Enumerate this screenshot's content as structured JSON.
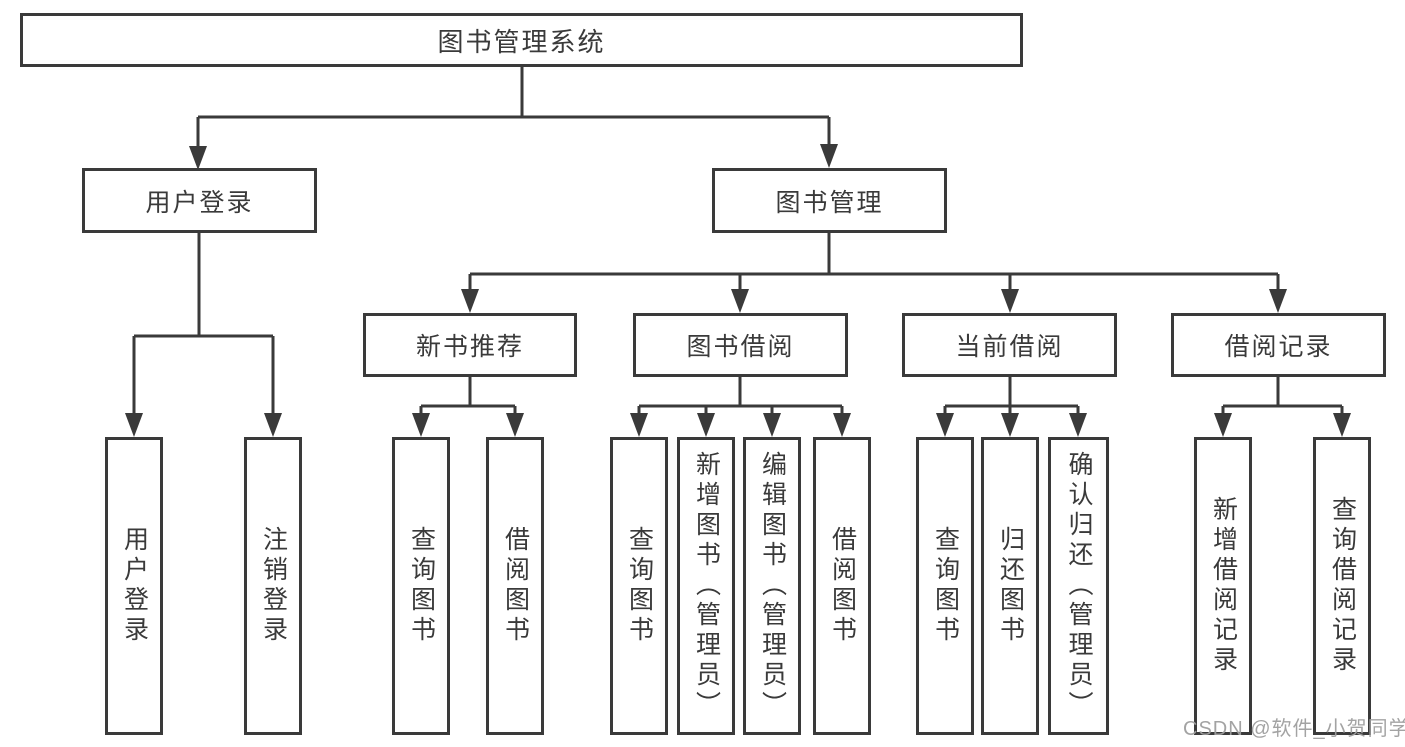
{
  "colors": {
    "line": "#3a3a3a",
    "box_border": "#3a3a3a",
    "text": "#3a3a3a",
    "background": "#ffffff",
    "watermark": "#9e9e9e"
  },
  "watermark": {
    "text": "CSDN @软件_小贺同学"
  },
  "diagram": {
    "root": {
      "label": "图书管理系统"
    },
    "level2": [
      {
        "label": "用户登录",
        "parent": "图书管理系统"
      },
      {
        "label": "图书管理",
        "parent": "图书管理系统"
      }
    ],
    "level3": [
      {
        "label": "新书推荐",
        "parent": "图书管理"
      },
      {
        "label": "图书借阅",
        "parent": "图书管理"
      },
      {
        "label": "当前借阅",
        "parent": "图书管理"
      },
      {
        "label": "借阅记录",
        "parent": "图书管理"
      }
    ],
    "leaves": [
      {
        "label": "用户登录",
        "parent": "用户登录"
      },
      {
        "label": "注销登录",
        "parent": "用户登录"
      },
      {
        "label": "查询图书",
        "parent": "新书推荐"
      },
      {
        "label": "借阅图书",
        "parent": "新书推荐"
      },
      {
        "label": "查询图书",
        "parent": "图书借阅"
      },
      {
        "label": "新增图书（管理员）",
        "parent": "图书借阅"
      },
      {
        "label": "编辑图书（管理员）",
        "parent": "图书借阅"
      },
      {
        "label": "借阅图书",
        "parent": "图书借阅"
      },
      {
        "label": "查询图书",
        "parent": "当前借阅"
      },
      {
        "label": "归还图书",
        "parent": "当前借阅"
      },
      {
        "label": "确认归还（管理员）",
        "parent": "当前借阅"
      },
      {
        "label": "新增借阅记录",
        "parent": "借阅记录"
      },
      {
        "label": "查询借阅记录",
        "parent": "借阅记录"
      }
    ]
  }
}
